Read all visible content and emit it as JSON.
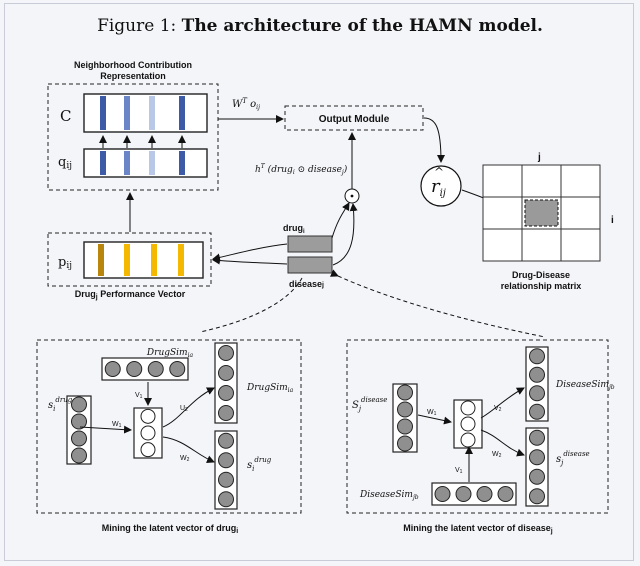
{
  "title": {
    "prefix": "Figure 1: ",
    "bold": "The architecture of the HAMN model."
  },
  "ncr": {
    "label_line1": "Neighborhood Contribution",
    "label_line2": "Representation",
    "row_c": "C",
    "row_q": "q",
    "row_q_sub": "ij"
  },
  "pv": {
    "label": "Drug",
    "label_sub": "j",
    "label_rest": " Performance Vector",
    "row_p": "p",
    "row_p_sub": "ij"
  },
  "output": {
    "label": "Output Module",
    "w_label": "W",
    "w_sup": "T",
    "w_o": "o",
    "w_o_sub": "ij"
  },
  "hadamard": {
    "h": "h",
    "h_sup": "T",
    "drug": "drug",
    "drug_sub": "i",
    "disease": "disease",
    "disease_sub": "j"
  },
  "latent": {
    "drug": "drug",
    "drug_sub": "i",
    "disease": "disease",
    "disease_sub": "j"
  },
  "rhat": {
    "r": "r",
    "sub": "ij"
  },
  "matrix": {
    "col": "j",
    "row": "i",
    "label_line1": "Drug-Disease",
    "label_line2": "relationship matrix"
  },
  "drug_panel": {
    "title": "Mining the latent vector of drug",
    "title_sub": "i",
    "sim_top": "DrugSim",
    "sim_top_sub": "ia",
    "sim_right": "DrugSim",
    "sim_right_sub": "ia",
    "s_left": "s",
    "s_left_sub": "i",
    "s_left_sup": "drug",
    "s_right": "s",
    "s_right_sub": "i",
    "s_right_sup": "drug",
    "w1": "W",
    "w1_sub": "1",
    "v1": "V",
    "v1_sub": "1",
    "u2": "U",
    "u2_sub": "2",
    "w2": "W",
    "w2_sub": "2"
  },
  "disease_panel": {
    "title": "Mining the latent vector of disease",
    "title_sub": "j",
    "sim_right": "DiseaseSim",
    "sim_right_sub": "jb",
    "sim_bottom": "DiseaseSim",
    "sim_bottom_sub": "jb",
    "s_left": "S",
    "s_left_sub": "j",
    "s_left_sup": "disease",
    "s_right": "s",
    "s_right_sub": "j",
    "s_right_sup": "disease",
    "w1": "W",
    "w1_sub": "1",
    "v1": "V",
    "v1_sub": "1",
    "v2": "V",
    "v2_sub": "2",
    "w2": "W",
    "w2_sub": "2"
  },
  "colors": {
    "dark_blue": "#3d5aa6",
    "mid_blue": "#6b86c7",
    "light_blue": "#b8c8e6",
    "gold": "#b8860b",
    "yellow": "#f5b800",
    "node_gray": "#8f8f8f",
    "cell_gray": "#9a9a9a"
  }
}
